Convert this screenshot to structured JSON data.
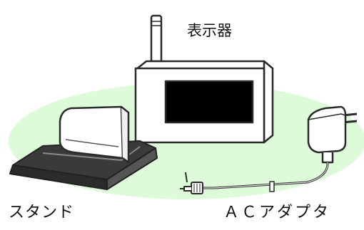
{
  "labels": {
    "display": "表示器",
    "stand": "スタンド",
    "adapter": "ＡＣアダプタ"
  },
  "colors": {
    "background": "#ffffff",
    "floor": "#ddfbd9",
    "outline": "#2a2a2a",
    "stand_base": "#3a3a3a",
    "screen": "#000000",
    "body": "#ffffff"
  }
}
